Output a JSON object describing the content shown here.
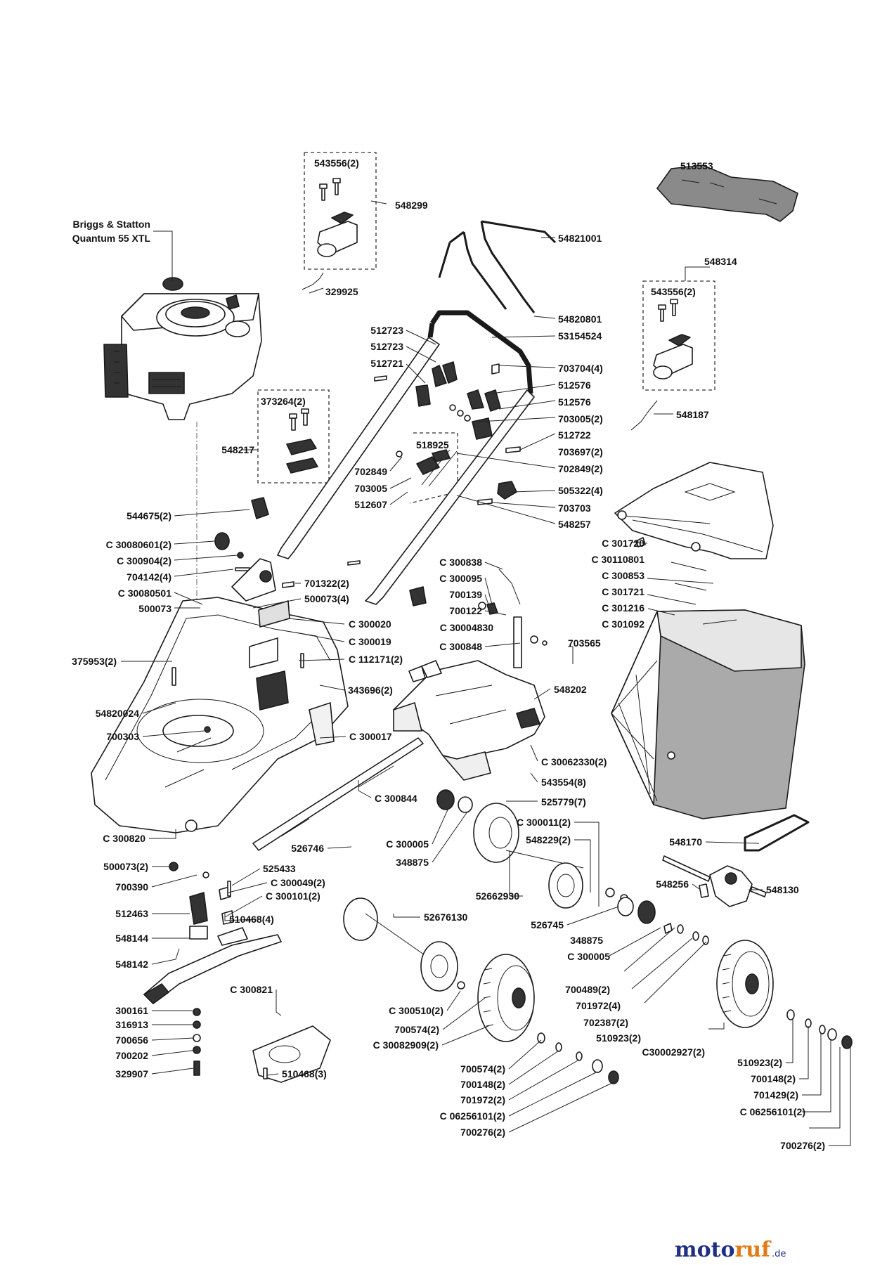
{
  "engine": {
    "line1": "Briggs & Statton",
    "line2": "Quantum 55 XTL"
  },
  "labels": [
    "543556(2)",
    "548299",
    "329925",
    "513553",
    "54821001",
    "548314",
    "543556(2)",
    "54820801",
    "53154524",
    "512723",
    "512723",
    "512721",
    "703704(4)",
    "512576",
    "512576",
    "703005(2)",
    "512722",
    "373264(2)",
    "548187",
    "548217",
    "703697(2)",
    "518925",
    "702849",
    "702849(2)",
    "703005",
    "505322(4)",
    "512607",
    "703703",
    "544675(2)",
    "548257",
    "C 30080601(2)",
    "C 301720",
    "C 300904(2)",
    "C 30110801",
    "704142(4)",
    "C 300853",
    "C 30080501",
    "701322(2)",
    "C 301721",
    "500073",
    "500073(4)",
    "C 300838",
    "C 301216",
    "C 300095",
    "C 301092",
    "700139",
    "700122",
    "C 300020",
    "C 30004830",
    "C 300019",
    "C 300848",
    "703565",
    "375953(2)",
    "C 112171(2)",
    "343696(2)",
    "548202",
    "54820024",
    "700303",
    "C 300017",
    "C 30062330(2)",
    "543554(8)",
    "C 300844",
    "525779(7)",
    "C 300011(2)",
    "548170",
    "C 300820",
    "C 300005",
    "548229(2)",
    "526746",
    "348875",
    "500073(2)",
    "525433",
    "C 300049(2)",
    "548256",
    "548130",
    "700390",
    "C 300101(2)",
    "52662930",
    "512463",
    "510468(4)",
    "52676130",
    "548144",
    "526745",
    "348875",
    "C 300005",
    "548142",
    "700489(2)",
    "C 300821",
    "701972(4)",
    "300161",
    "C 300510(2)",
    "702387(2)",
    "316913",
    "700574(2)",
    "510923(2)",
    "700656",
    "C 30082909(2)",
    "C30002927(2)",
    "700202",
    "510923(2)",
    "329907",
    "510468(3)",
    "700574(2)",
    "700148(2)",
    "700148(2)",
    "701972(2)",
    "701429(2)",
    "C 06256101(2)",
    "C 06256101(2)",
    "700276(2)",
    "700276(2)"
  ],
  "watermark": {
    "part1": "moto",
    "part2": "ruf",
    "suffix": ".de"
  }
}
